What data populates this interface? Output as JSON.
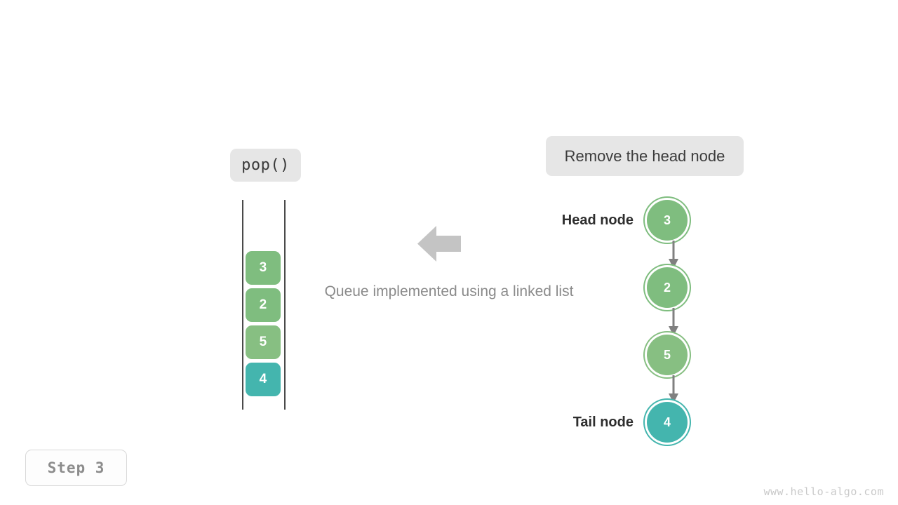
{
  "theme": {
    "background": "#ffffff",
    "green": "#7fbd7f",
    "teal": "#44b5ae",
    "chip_bg": "#e6e6e6",
    "arrow_gray": "#c4c4c4",
    "connector_gray": "#808080",
    "caption_gray": "#8a8a8a",
    "watermark_gray": "#c9c9c9"
  },
  "operation": {
    "chip_label": "pop()",
    "action_label": "Remove the head node"
  },
  "queue": {
    "caption": "Queue implemented using a linked list",
    "cells": [
      {
        "value": "3",
        "color": "#7fbd7f"
      },
      {
        "value": "2",
        "color": "#7fbd7f"
      },
      {
        "value": "5",
        "color": "#87bf82"
      },
      {
        "value": "4",
        "color": "#44b5ae"
      }
    ]
  },
  "arrow": {
    "direction_icon": "arrow-left-icon"
  },
  "linked_list": {
    "nodes": [
      {
        "value": "3",
        "label": "Head node",
        "color": "#7fbd7f",
        "has_label": true,
        "has_connector": true
      },
      {
        "value": "2",
        "label": "",
        "color": "#7fbd7f",
        "has_label": false,
        "has_connector": true
      },
      {
        "value": "5",
        "label": "",
        "color": "#87bf82",
        "has_label": false,
        "has_connector": true
      },
      {
        "value": "4",
        "label": "Tail node",
        "color": "#44b5ae",
        "has_label": true,
        "has_connector": false
      }
    ]
  },
  "footer": {
    "step_label": "Step 3",
    "watermark": "www.hello-algo.com"
  }
}
